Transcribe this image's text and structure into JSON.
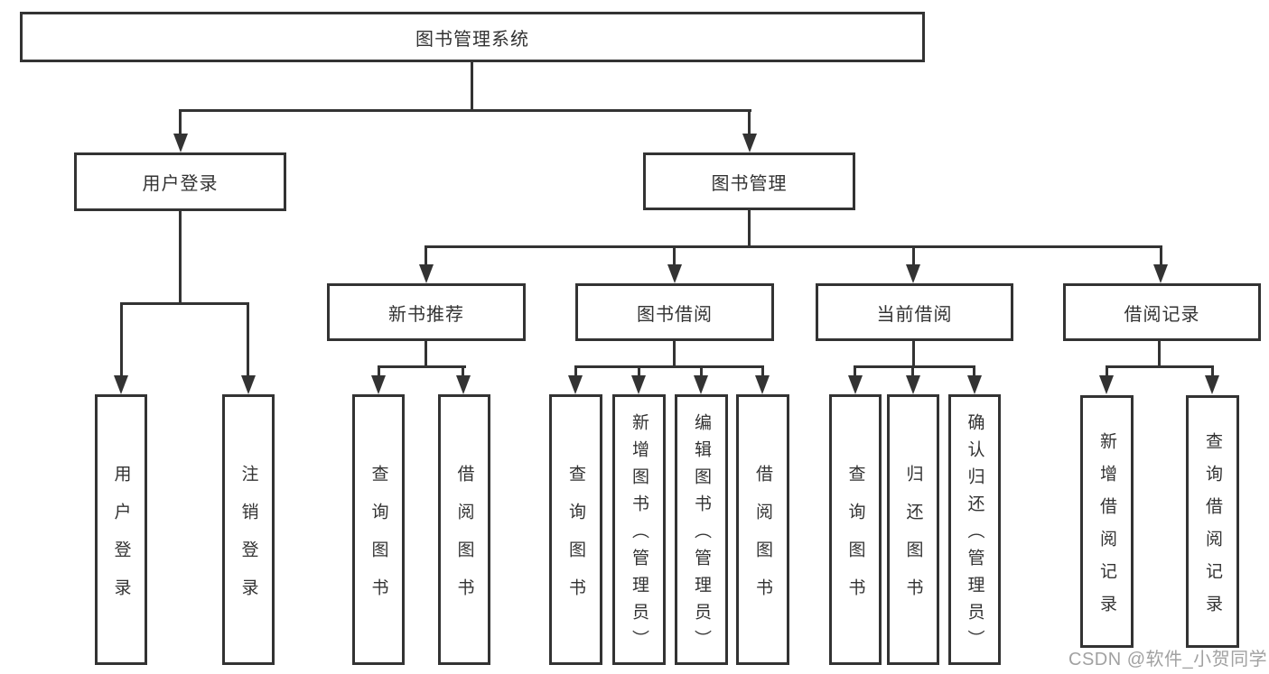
{
  "root": {
    "label": "图书管理系统"
  },
  "modules": {
    "user_login": {
      "label": "用户登录",
      "children": [
        {
          "label": "用户登录"
        },
        {
          "label": "注销登录"
        }
      ]
    },
    "book_management": {
      "label": "图书管理",
      "sections": [
        {
          "label": "新书推荐",
          "children": [
            {
              "label": "查询图书"
            },
            {
              "label": "借阅图书"
            }
          ]
        },
        {
          "label": "图书借阅",
          "children": [
            {
              "label": "查询图书"
            },
            {
              "label": "新增图书（管理员）"
            },
            {
              "label": "编辑图书（管理员）"
            },
            {
              "label": "借阅图书"
            }
          ]
        },
        {
          "label": "当前借阅",
          "children": [
            {
              "label": "查询图书"
            },
            {
              "label": "归还图书"
            },
            {
              "label": "确认归还（管理员）"
            }
          ]
        },
        {
          "label": "借阅记录",
          "children": [
            {
              "label": "新增借阅记录"
            },
            {
              "label": "查询借阅记录"
            }
          ]
        }
      ]
    }
  },
  "watermark": {
    "text": "CSDN @软件_小贺同学",
    "color": "#979797"
  },
  "colors": {
    "line": "#333333",
    "box_border": "#333333",
    "background": "#ffffff",
    "text": "#333333"
  }
}
